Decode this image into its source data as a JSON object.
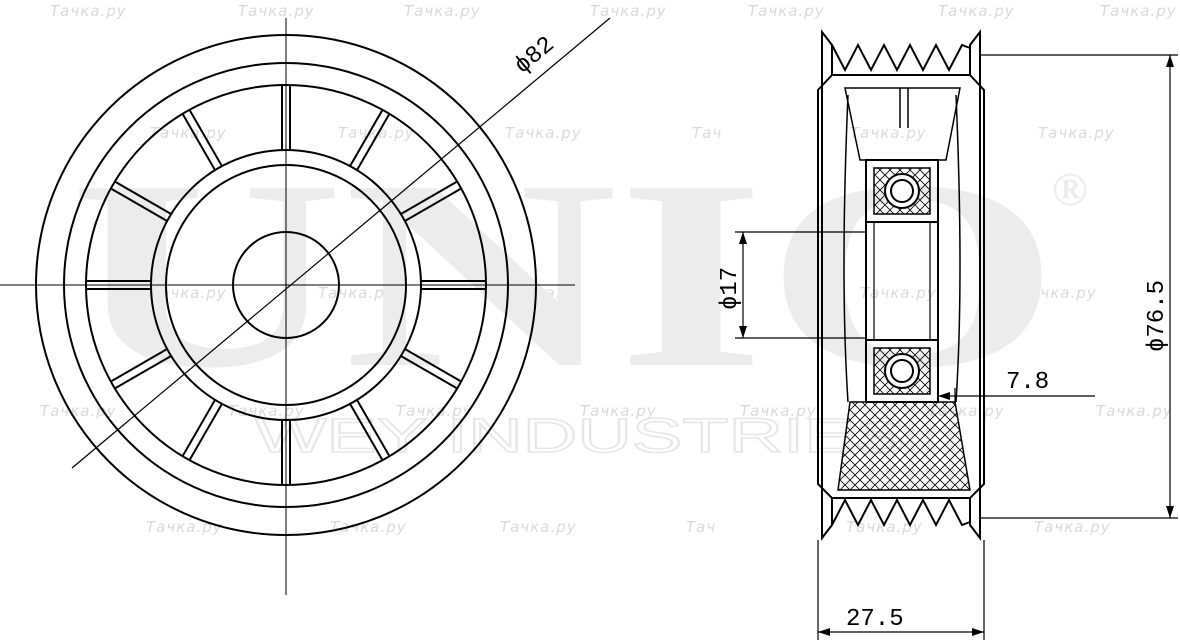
{
  "watermark": {
    "text": "Тачка.ру",
    "partial_text": "Тач",
    "brand": "UNIO",
    "brand_sub": "WEY INDUSTRIES",
    "registered": "®"
  },
  "dimensions": {
    "outer_diameter_front": "ϕ82",
    "bore_diameter": "ϕ17",
    "outer_diameter_side": "ϕ76.5",
    "offset": "7.8",
    "width": "27.5"
  }
}
